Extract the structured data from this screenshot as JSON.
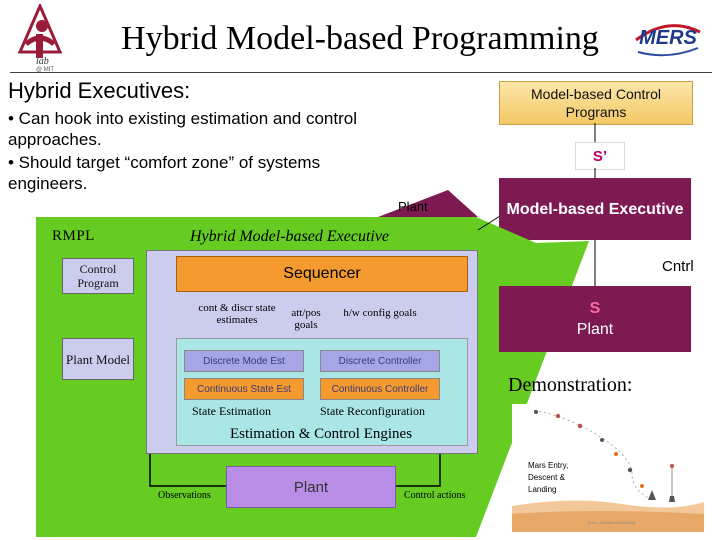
{
  "title": "Hybrid Model-based Programming",
  "logos": {
    "lab": "lab",
    "lab_sub": "@ MIT",
    "mers": "MERS"
  },
  "left": {
    "subtitle": "Hybrid Executives:",
    "bullets": [
      "• Can hook into existing estimation and control approaches.",
      "• Should target “comfort zone” of systems engineers."
    ]
  },
  "right": {
    "mcp": "Model-based Control Programs",
    "s_prime": "S’",
    "mbe": "Model-based Executive",
    "cntrl": "Cntrl",
    "s_plant_s": "S",
    "s_plant_label": "Plant"
  },
  "diagram": {
    "plant_tab": "Plant",
    "rmpl": "RMPL",
    "hme": "Hybrid Model-based Executive",
    "control_program": "Control Program",
    "plant_model": "Plant Model",
    "sequencer": "Sequencer",
    "labels": {
      "cont_discr": "cont & discr state estimates",
      "att_pos": "att/pos goals",
      "hw_config": "h/w config goals"
    },
    "engines": {
      "dmi": "Discrete Mode Est",
      "cse": "Continuous State Est",
      "dc": "Discrete Controller",
      "cc": "Continuous Controller",
      "state_estimation": "State Estimation",
      "state_reconfiguration": "State Reconfiguration",
      "title": "Estimation & Control Engines"
    },
    "plant_bottom": "Plant",
    "observations": "Observations",
    "control_actions": "Control actions"
  },
  "demo": {
    "label": "Demonstration:",
    "text_lines": [
      "Mars Entry,",
      "Descent &",
      "Landing"
    ],
    "caption": "Entry, descent and landing"
  },
  "colors": {
    "green": "#66cc22",
    "maroon": "#7e1a52",
    "orange": "#f59a2e",
    "lavender": "#ccccee",
    "cyan": "#aae6e6",
    "purple": "#b98ce6"
  }
}
